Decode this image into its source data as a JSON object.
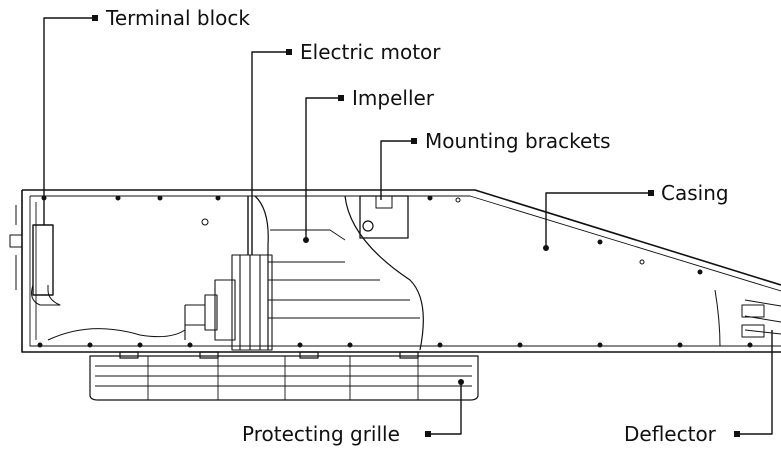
{
  "diagram": {
    "labels": {
      "terminal_block": "Terminal block",
      "electric_motor": "Electric motor",
      "impeller": "Impeller",
      "mounting_brackets": "Mounting brackets",
      "casing": "Casing",
      "protecting_grille": "Protecting grille",
      "deflector": "Deflector"
    }
  }
}
